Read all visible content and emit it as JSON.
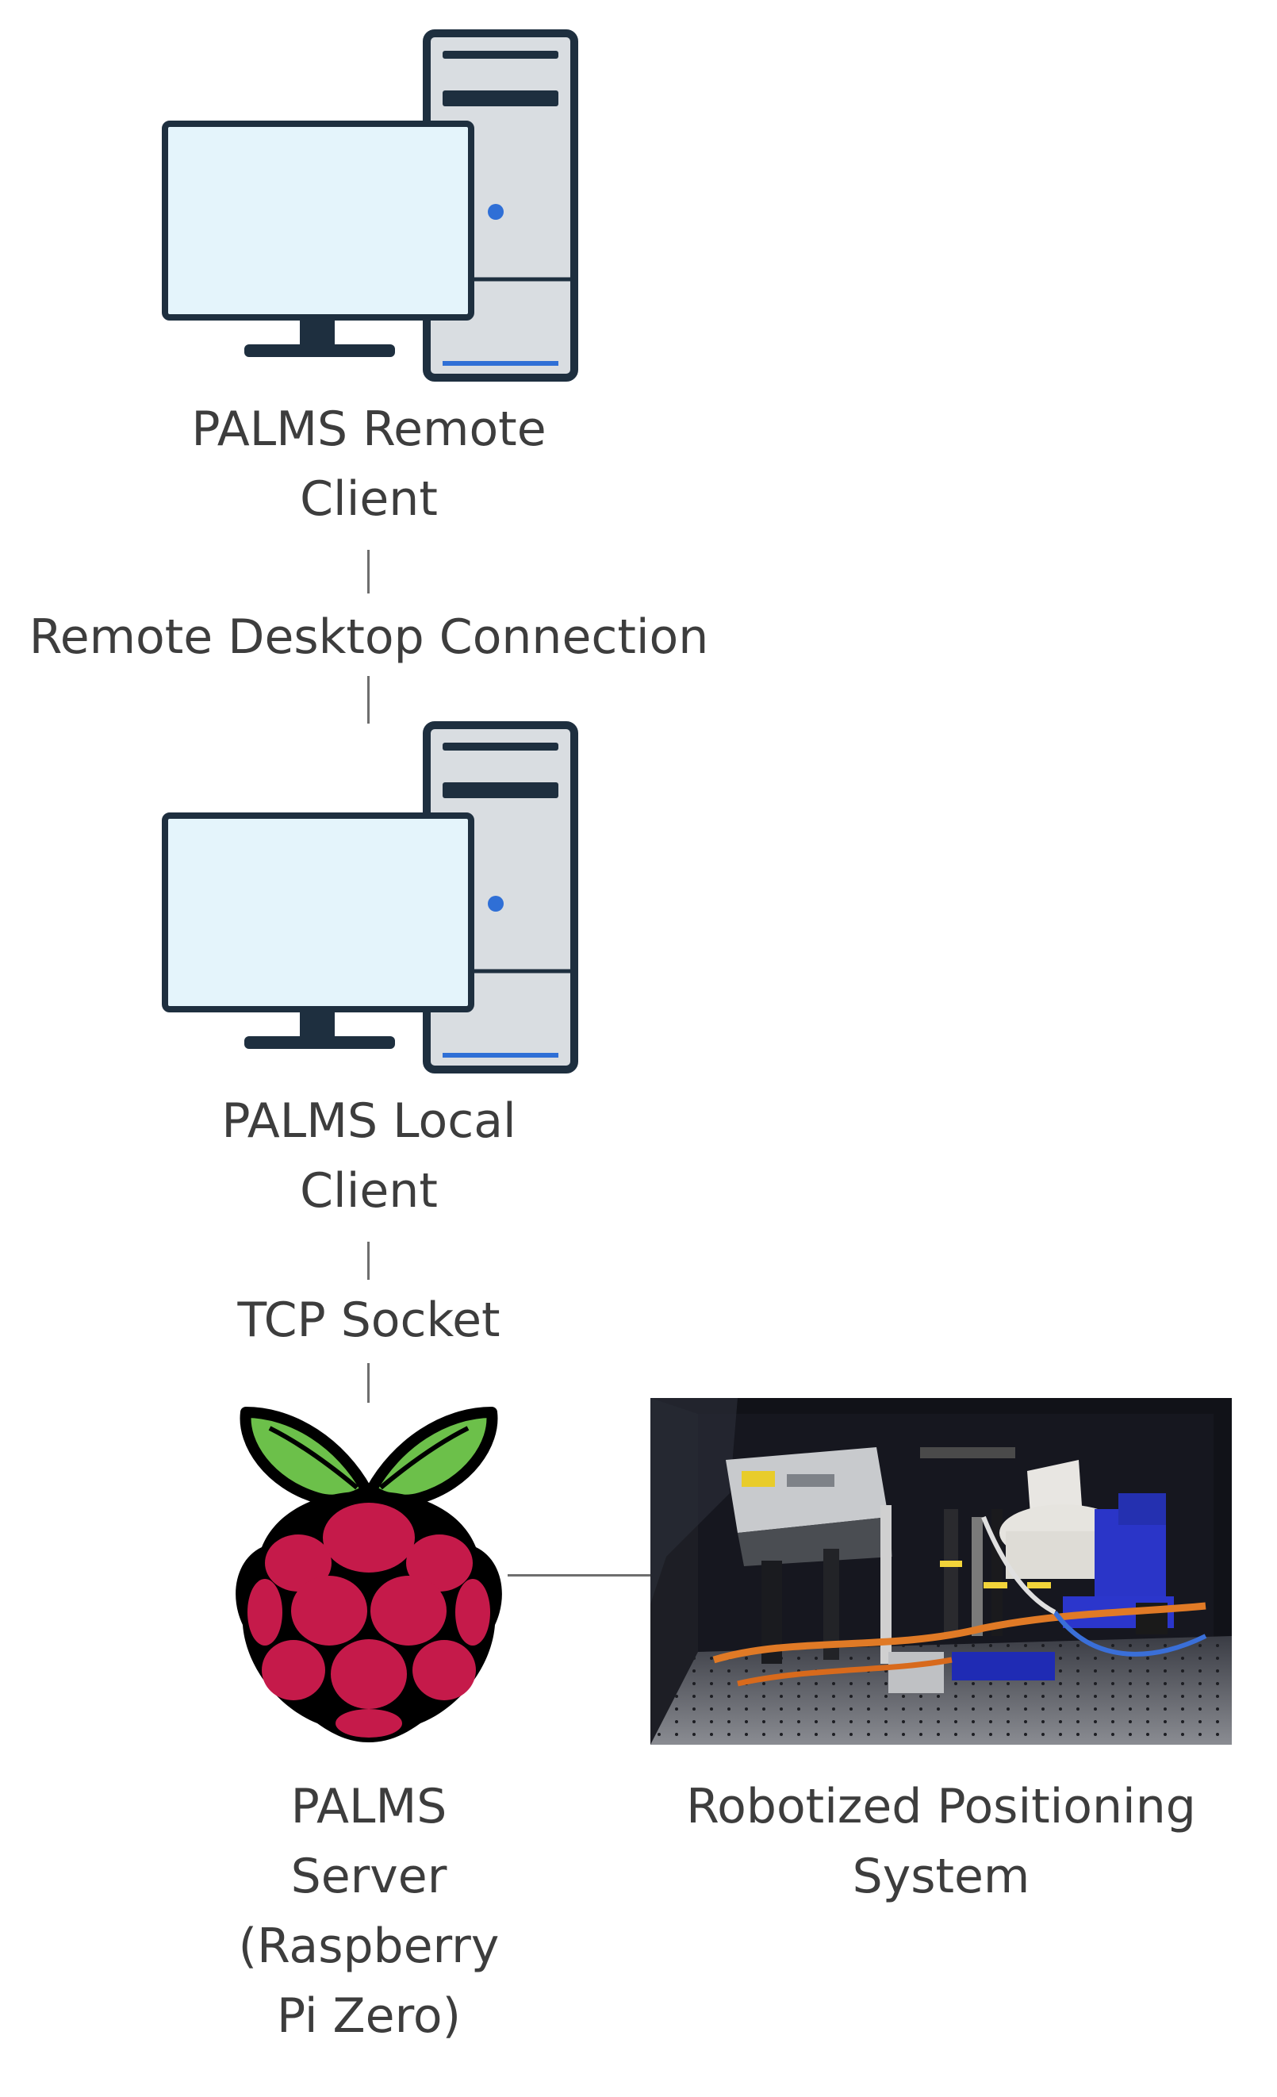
{
  "nodes": {
    "remote_client": {
      "label_line1": "PALMS Remote",
      "label_line2": "Client"
    },
    "local_client": {
      "label_line1": "PALMS Local",
      "label_line2": "Client"
    },
    "server": {
      "label_line1": "PALMS",
      "label_line2": "Server",
      "label_line3": "(Raspberry",
      "label_line4": "Pi Zero)"
    },
    "positioning_system": {
      "label_line1": "Robotized Positioning",
      "label_line2": "System"
    }
  },
  "connections": {
    "remote_to_local": "Remote Desktop Connection",
    "local_to_server": "TCP Socket"
  },
  "colors": {
    "monitor_screen": "#e4f4fb",
    "frame_dark": "#1e2f3f",
    "tower_body": "#d9dde1",
    "power_led": "#2f6fd6",
    "raspberry_red": "#c51a4a",
    "raspberry_leaf": "#6cc04a"
  }
}
